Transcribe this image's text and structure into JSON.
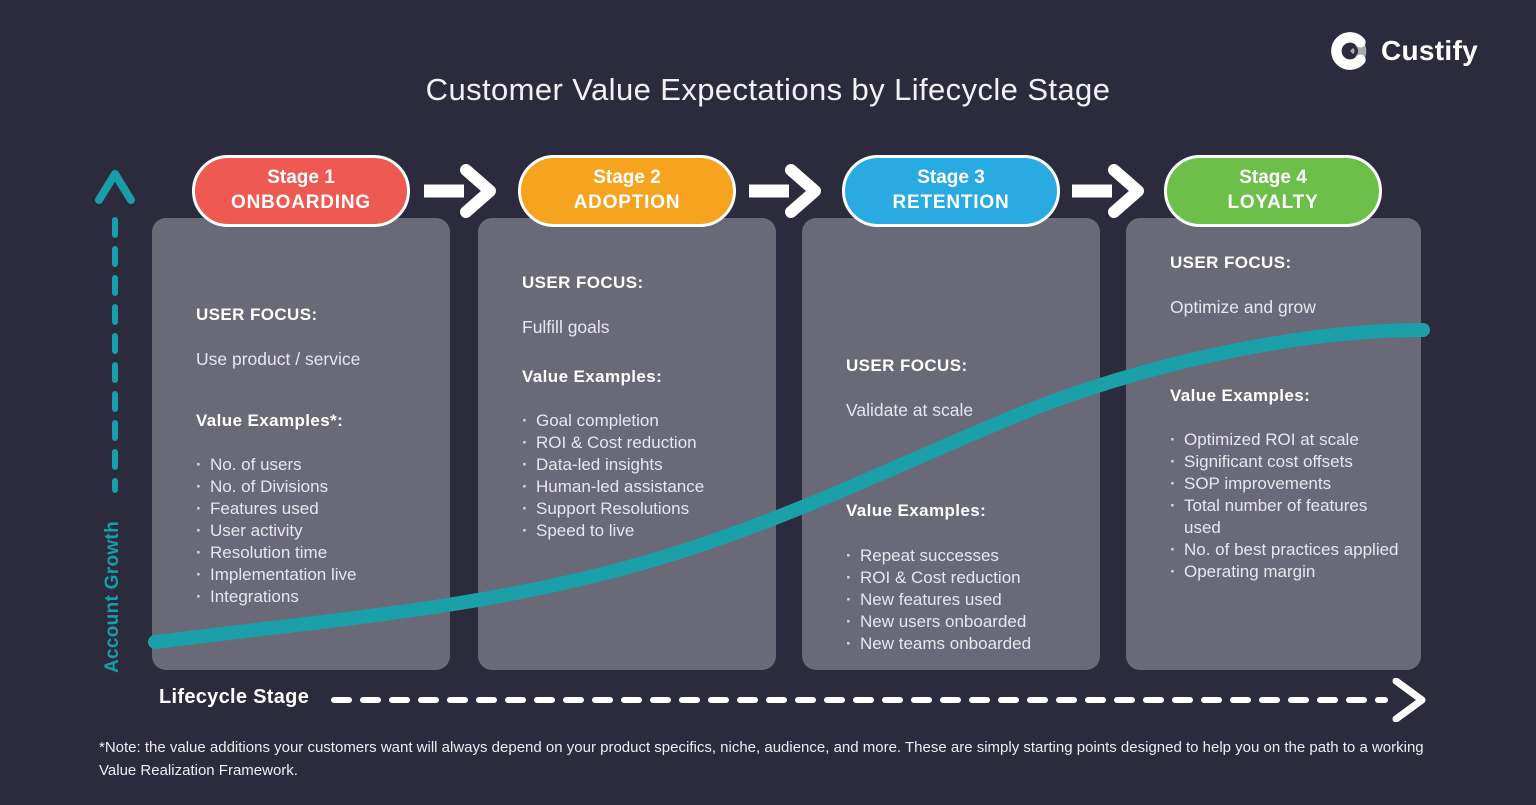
{
  "logo": {
    "text": "Custify"
  },
  "title": "Customer Value Expectations by Lifecycle Stage",
  "colors": {
    "background": "#2B2B3D",
    "panel": "#696977",
    "teal": "#189EA9",
    "arrow_white": "#FFFFFF"
  },
  "y_axis": {
    "label": "Account Growth"
  },
  "x_axis": {
    "label": "Lifecycle Stage"
  },
  "stages": [
    {
      "stage": "Stage 1",
      "name": "ONBOARDING",
      "color": "#EE5A52",
      "user_focus_label": "USER FOCUS:",
      "user_focus": "Use product / service",
      "value_examples_label": "Value Examples*:",
      "values": [
        "No. of users",
        "No. of Divisions",
        "Features used",
        "User activity",
        "Resolution time",
        "Implementation live",
        "Integrations"
      ]
    },
    {
      "stage": "Stage 2",
      "name": "ADOPTION",
      "color": "#F6A41F",
      "user_focus_label": "USER FOCUS:",
      "user_focus": "Fulfill goals",
      "value_examples_label": "Value Examples:",
      "values": [
        "Goal completion",
        "ROI & Cost reduction",
        "Data-led insights",
        "Human-led assistance",
        "Support Resolutions",
        "Speed to live"
      ]
    },
    {
      "stage": "Stage 3",
      "name": "RETENTION",
      "color": "#29ABE2",
      "user_focus_label": "USER FOCUS:",
      "user_focus": "Validate at scale",
      "value_examples_label": "Value Examples:",
      "values": [
        "Repeat successes",
        "ROI & Cost reduction",
        "New features used",
        "New users onboarded",
        "New teams onboarded"
      ]
    },
    {
      "stage": "Stage 4",
      "name": "LOYALTY",
      "color": "#6CC04A",
      "user_focus_label": "USER FOCUS:",
      "user_focus": "Optimize and grow",
      "value_examples_label": "Value Examples:",
      "values": [
        "Optimized ROI at scale",
        "Significant cost offsets",
        "SOP improvements",
        "Total number of features used",
        "No. of best practices applied",
        "Operating margin"
      ]
    }
  ],
  "footnote": "*Note: the value additions your customers want will always depend on your product specifics, niche, audience, and more. These are simply starting points designed to help you on the path to a working Value Realization Framework."
}
